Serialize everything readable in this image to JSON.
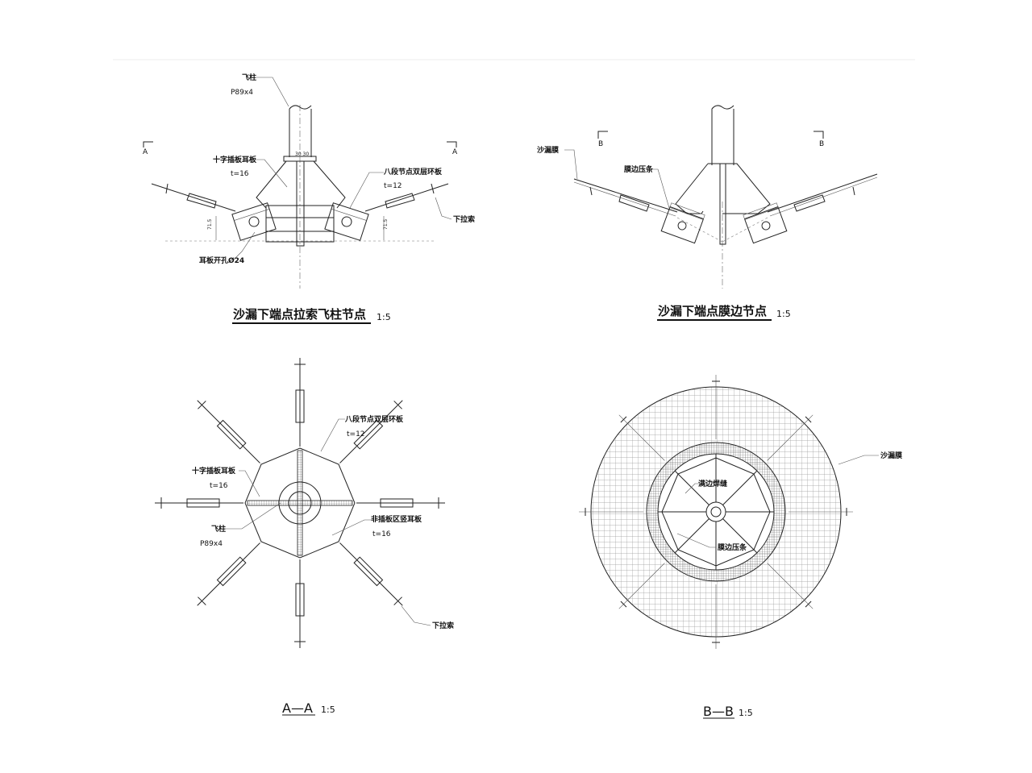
{
  "drawings": [
    {
      "id": "elevation-a",
      "title": "沙漏下端点拉索飞柱节点",
      "scale": "1:5",
      "labels": {
        "mast_name": "飞柱",
        "mast_size": "P89x4",
        "cross_plate": "十字插板耳板",
        "cross_plate_t": "t=16",
        "eight_segment": "八段节点双层环板",
        "eight_segment_t": "t=12",
        "lower_cable": "下拉索",
        "ear_hole": "耳板开孔Ø24",
        "section_mark_left": "A",
        "section_mark_right": "A"
      }
    },
    {
      "id": "elevation-b",
      "title": "沙漏下端点膜边节点",
      "scale": "1:5",
      "labels": {
        "membrane": "沙漏膜",
        "edge_strip": "膜边压条",
        "section_mark_left": "B",
        "section_mark_right": "B"
      }
    },
    {
      "id": "section-a-a",
      "title": "A—A",
      "scale": "1:5",
      "labels": {
        "eight_segment": "八段节点双层环板",
        "eight_segment_t": "t=12",
        "cross_plate": "十字插板耳板",
        "cross_plate_t": "t=16",
        "mast_name": "飞柱",
        "mast_size": "P89x4",
        "non_insert_plate": "非插板区竖耳板",
        "non_insert_plate_t": "t=16",
        "lower_cable": "下拉索"
      }
    },
    {
      "id": "section-b-b",
      "title": "B—B",
      "scale": "1:5",
      "labels": {
        "membrane": "沙漏膜",
        "weld": "满边焊缝",
        "edge_strip": "膜边压条"
      }
    }
  ],
  "colors": {
    "line": "#222222",
    "hatch": "#999999",
    "background": "#ffffff"
  }
}
